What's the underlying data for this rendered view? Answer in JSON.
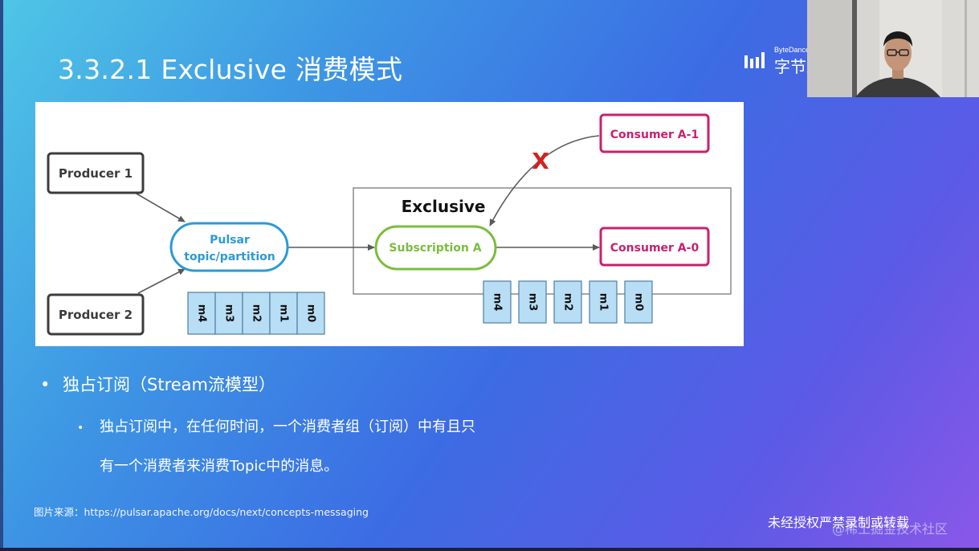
{
  "slide": {
    "title": "3.3.2.1 Exclusive 消费模式",
    "logo": {
      "small_text": "ByteDance",
      "big_text": "字节跳动"
    },
    "bullet_symbol": "•",
    "bullets": [
      {
        "text": "独占订阅（Stream流模型）"
      },
      {
        "text": "独占订阅中，在任何时间，一个消费者组（订阅）中有且只",
        "continuation": "有一个消费者来消费Topic中的消息。"
      }
    ],
    "source": "图片来源：https://pulsar.apache.org/docs/next/concepts-messaging",
    "notice": "未经授权严禁录制或转载",
    "watermark": "@稀土掘金技术社区"
  },
  "diagram": {
    "producer1": "Producer 1",
    "producer2": "Producer 2",
    "topic_line1": "Pulsar",
    "topic_line2": "topic/partition",
    "exclusive_label": "Exclusive",
    "subscription": "Subscription A",
    "consumer_a1": "Consumer A-1",
    "consumer_a0": "Consumer A-0",
    "blocked_mark": "X",
    "topic_messages": [
      "m4",
      "m3",
      "m2",
      "m1",
      "m0"
    ],
    "subscription_messages": [
      "m4",
      "m3",
      "m2",
      "m1",
      "m0"
    ],
    "colors": {
      "producer": "#3c3c3c",
      "topic": "#2b9ad8",
      "subscription": "#7bbd3c",
      "consumer": "#c8206f",
      "blocked": "#d42020",
      "message_fill": "#b7def5",
      "message_stroke": "#4f7fa0"
    }
  }
}
